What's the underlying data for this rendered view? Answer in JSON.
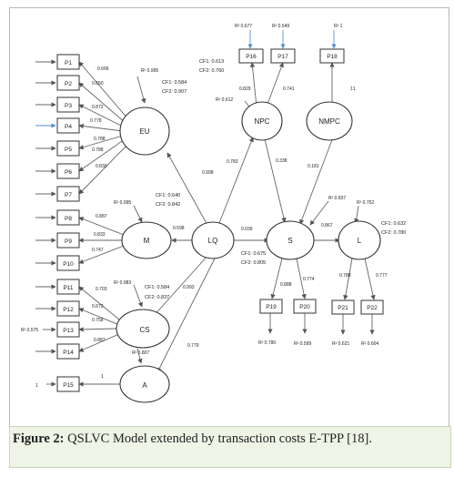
{
  "diagram": {
    "latent": {
      "EU": "EU",
      "M": "M",
      "CS": "CS",
      "A": "A",
      "LQ": "LQ",
      "NPC": "NPC",
      "NMPC": "NMPC",
      "S": "S",
      "L": "L"
    },
    "indicators": {
      "P1": "P1",
      "P2": "P2",
      "P3": "P3",
      "P4": "P4",
      "P5": "P5",
      "P6": "P6",
      "P7": "P7",
      "P8": "P8",
      "P9": "P9",
      "P10": "P10",
      "P11": "P11",
      "P12": "P12",
      "P13": "P13",
      "P14": "P14",
      "P15": "P15",
      "P16": "P16",
      "P17": "P17",
      "P18": "P18",
      "P19": "P19",
      "P20": "P20",
      "P21": "P21",
      "P22": "P22"
    },
    "loadings": {
      "p1": "0.666",
      "p2": "0.650",
      "p3": "0.872",
      "p4": "0.778",
      "p5": "0.788",
      "p6": "0.788",
      "p7": "0.830",
      "p8": "0.887",
      "p9": "0.833",
      "p10": "0.747",
      "p11": "0.703",
      "p12": "0.672",
      "p13": "0.758",
      "p14": "0.887",
      "p15": "1",
      "p16": "0.829",
      "p17": "0.741",
      "p18": "1",
      "p19": "0.888",
      "p20": "0.774",
      "p21": "0.788",
      "p22": "0.777"
    },
    "paths": {
      "lq_eu": "0.998",
      "lq_m": "0.598",
      "lq_cs": "0.993",
      "lq_a": "0.779",
      "lq_npc": "0.783",
      "lq_s": "0.039",
      "npc_s": "0.338",
      "nmpc_s": "0.181",
      "s_l": "0.867"
    },
    "r2": {
      "eu": "R² 0.995",
      "m": "R² 0.995",
      "cs": "R² 0.983",
      "a": "R² 0.807",
      "npc": "R² 0.612",
      "s": "R² 0.837",
      "l": "R² 0.752",
      "p16": "R² 0.677",
      "p17": "R² 0.549",
      "p18": "R² 1",
      "p13": "R² 0.575",
      "p19": "R² 0.780",
      "p20": "R² 0.599",
      "p21": "R² 0.621",
      "p22": "R² 0.604"
    },
    "cf": {
      "eu_1": "CF1:  0.584",
      "eu_2": "CF2:  0.907",
      "m_1": "CF1:  0.640",
      "m_2": "CF2:  0.842",
      "cs_1": "CF1:  0.584",
      "cs_2": "CF2:  0.837",
      "npc_1": "CF1:  0.613",
      "npc_2": "CF2:  0.760",
      "s_1": "CF1:  0.675",
      "s_2": "CF2:  0.805",
      "l_1": "CF1:  0.632",
      "l_2": "CF2:  0.780"
    },
    "misc": {
      "p15_error": "1",
      "nmpc_error": "1"
    }
  },
  "caption": {
    "label": "Figure 2:",
    "text": " QSLVC Model extended by transaction costs E-TPP [18]."
  }
}
